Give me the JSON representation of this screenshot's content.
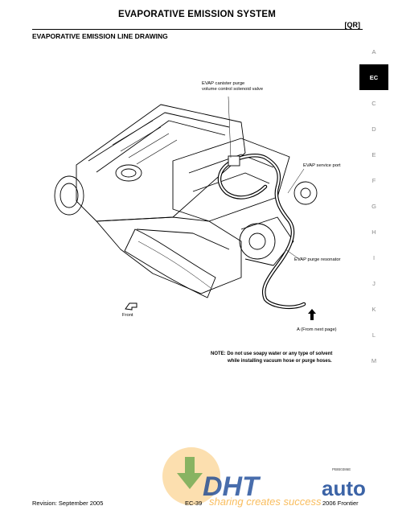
{
  "header": {
    "title": "EVAPORATIVE EMISSION SYSTEM",
    "code": "[QR]"
  },
  "section": {
    "title": "EVAPORATIVE EMISSION LINE DRAWING"
  },
  "tabs": [
    "A",
    "EC",
    "C",
    "D",
    "E",
    "F",
    "G",
    "H",
    "I",
    "J",
    "K",
    "L",
    "M"
  ],
  "active_tab": "EC",
  "callouts": {
    "purge_valve": [
      "EVAP canister purge",
      "volume control solenoid valve"
    ],
    "service_port": "EVAP service port",
    "purge_resonator": "EVAP purge resonator",
    "from_next_page": "A (From next page)",
    "front": "Front"
  },
  "note": {
    "line1": "NOTE: Do not use soapy water or any type of solvent",
    "line2": "while installing vacuum hose or purge hoses."
  },
  "figure_code": "PBIB0386E",
  "footer": {
    "revision": "Revision: September 2005",
    "page": "EC-39",
    "model": "2006 Frontier"
  },
  "watermark": {
    "text_main": "DHT auto",
    "text_sub": "sharing creates success",
    "colors": {
      "orange": "#f7a21b",
      "blue": "#0b3d91",
      "green": "#6aa84f"
    }
  }
}
